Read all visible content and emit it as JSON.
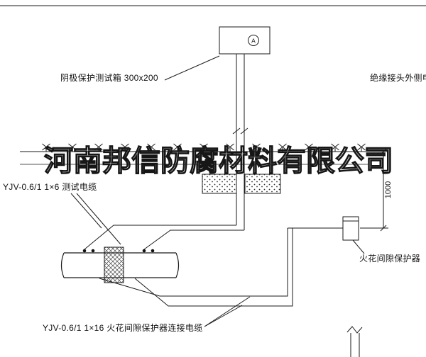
{
  "watermark": "河南邦信防腐材料有限公司",
  "labels": {
    "test_box": "阴极保护测试箱 300x200",
    "outer_cable": "绝缘接头外侧电缆",
    "test_cable": "YJV-0.6/1 1×6  测试电缆",
    "spark_cable": "YJV-0.6/1  1×16  火花间隙保护器连接电缆",
    "spark_protector": "火花间隙保护器",
    "dim_1000": "1000",
    "meter": "A"
  },
  "colors": {
    "line": "#1a1a1a",
    "background": "#ffffff"
  }
}
